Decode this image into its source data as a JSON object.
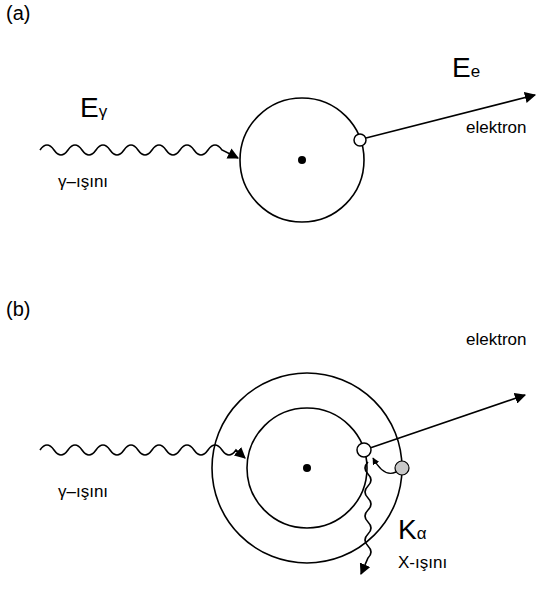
{
  "diagram": {
    "labels": [
      "(a)",
      "Eγ",
      "Ee",
      "elektron",
      "γ–ışını",
      "(b)",
      "elektron",
      "γ–ışını",
      "Kα",
      "X-ışını"
    ]
  }
}
